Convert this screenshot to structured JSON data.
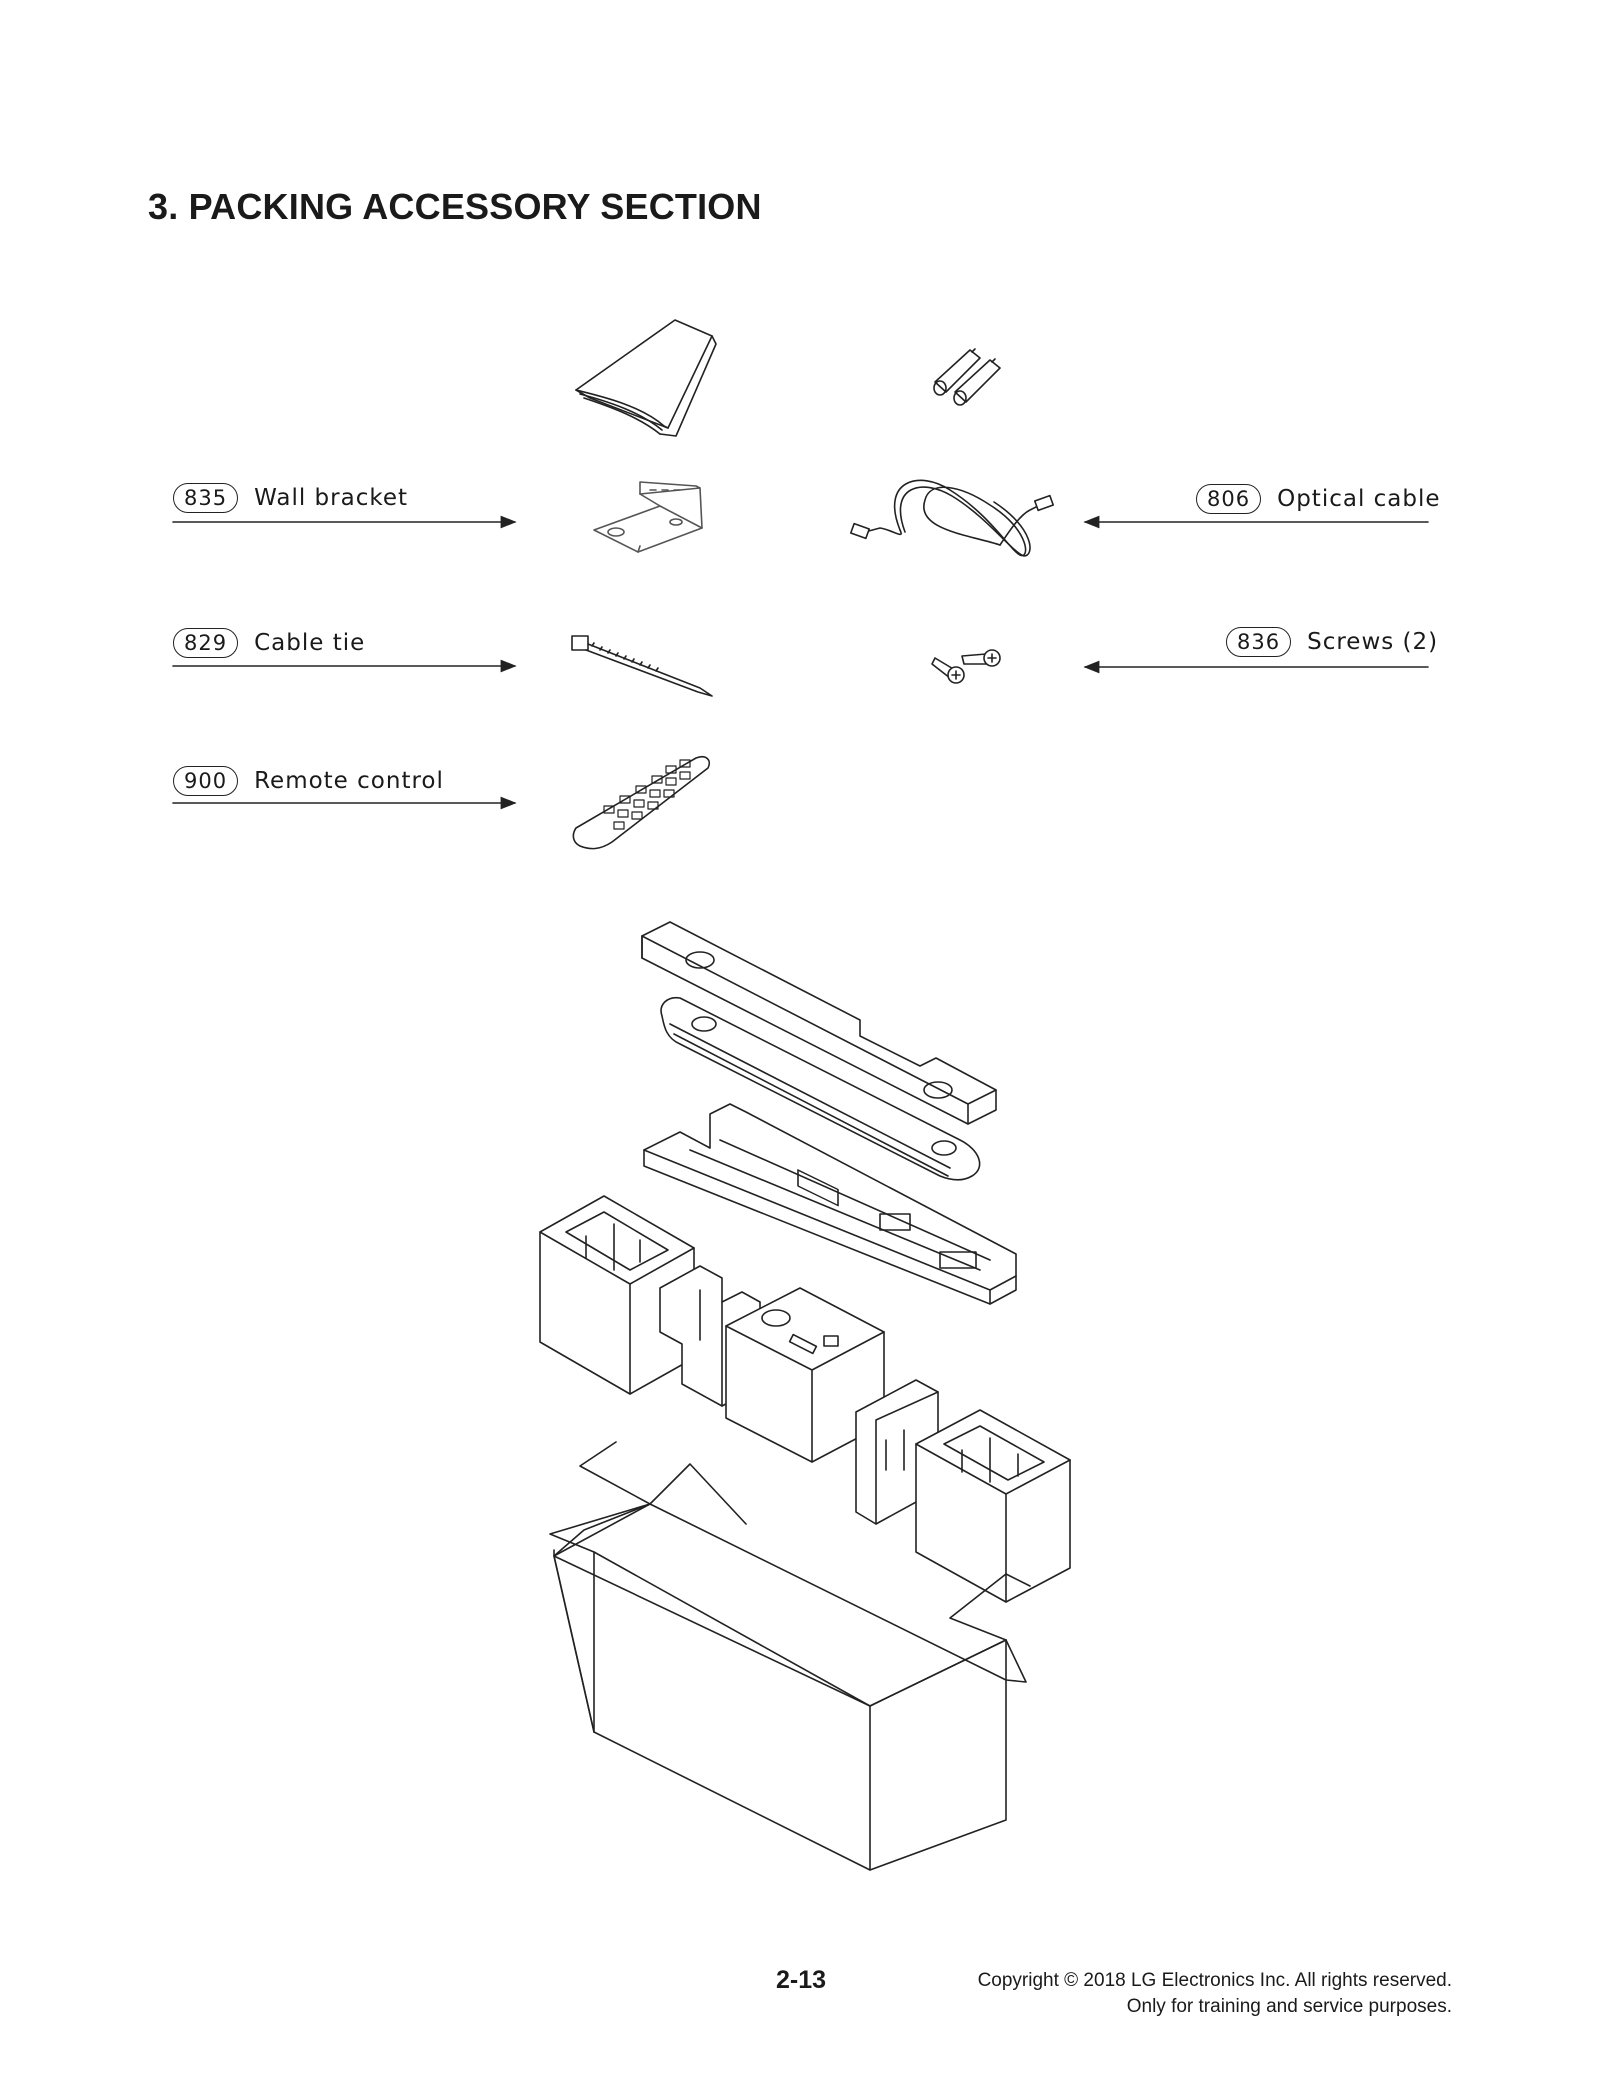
{
  "section_title": "3. PACKING ACCESSORY SECTION",
  "callouts": [
    {
      "part_no": "835",
      "label": "Wall bracket"
    },
    {
      "part_no": "806",
      "label": "Optical cable"
    },
    {
      "part_no": "829",
      "label": "Cable tie"
    },
    {
      "part_no": "836",
      "label": "Screws (2)"
    },
    {
      "part_no": "900",
      "label": "Remote control"
    }
  ],
  "footer": {
    "page_number": "2-13",
    "copyright_line1": "Copyright © 2018 LG Electronics Inc. All rights reserved.",
    "copyright_line2": "Only for training and service purposes."
  },
  "icons": [
    "manual-booklet-icon",
    "batteries-icon",
    "wall-bracket-icon",
    "optical-cable-icon",
    "cable-tie-icon",
    "screws-icon",
    "remote-control-icon",
    "packing-exploded-diagram"
  ]
}
